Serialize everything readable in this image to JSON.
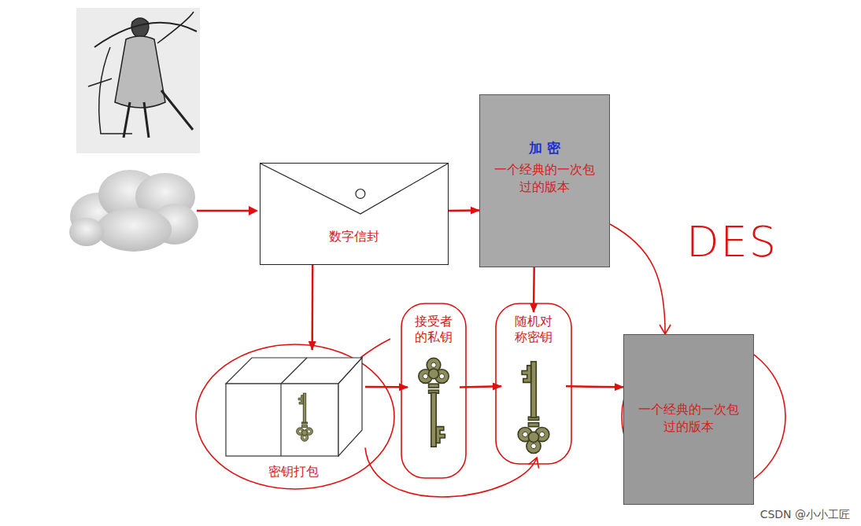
{
  "diagram": {
    "nodes": [
      {
        "text": [
          "数字信封"
        ]
      },
      {
        "text": [
          "加 密",
          "一个经典的一次包 过的版本"
        ]
      },
      {
        "text": [
          "密钥打包"
        ]
      },
      {
        "text": [
          "接受者 的私钥"
        ]
      },
      {
        "text": [
          "随机对 称密钥"
        ]
      },
      {
        "text": [
          "一个经典的一次包 过的版本"
        ]
      }
    ],
    "edges": [
      {
        "from": 0,
        "to": 1,
        "arrow": "to"
      },
      {
        "from": 0,
        "to": 2,
        "arrow": "to"
      },
      {
        "from": 1,
        "to": 4,
        "arrow": "to"
      },
      {
        "from": 2,
        "to": 3,
        "arrow": "to"
      },
      {
        "from": 3,
        "to": 4,
        "arrow": "to"
      },
      {
        "from": 4,
        "to": 5,
        "arrow": "to"
      },
      {
        "from": 1,
        "to": 5,
        "arrow": "to"
      },
      {
        "from": 2,
        "to": 4,
        "arrow": "to"
      }
    ],
    "labels": [
      "DES",
      "CSDN @小小工匠"
    ]
  }
}
